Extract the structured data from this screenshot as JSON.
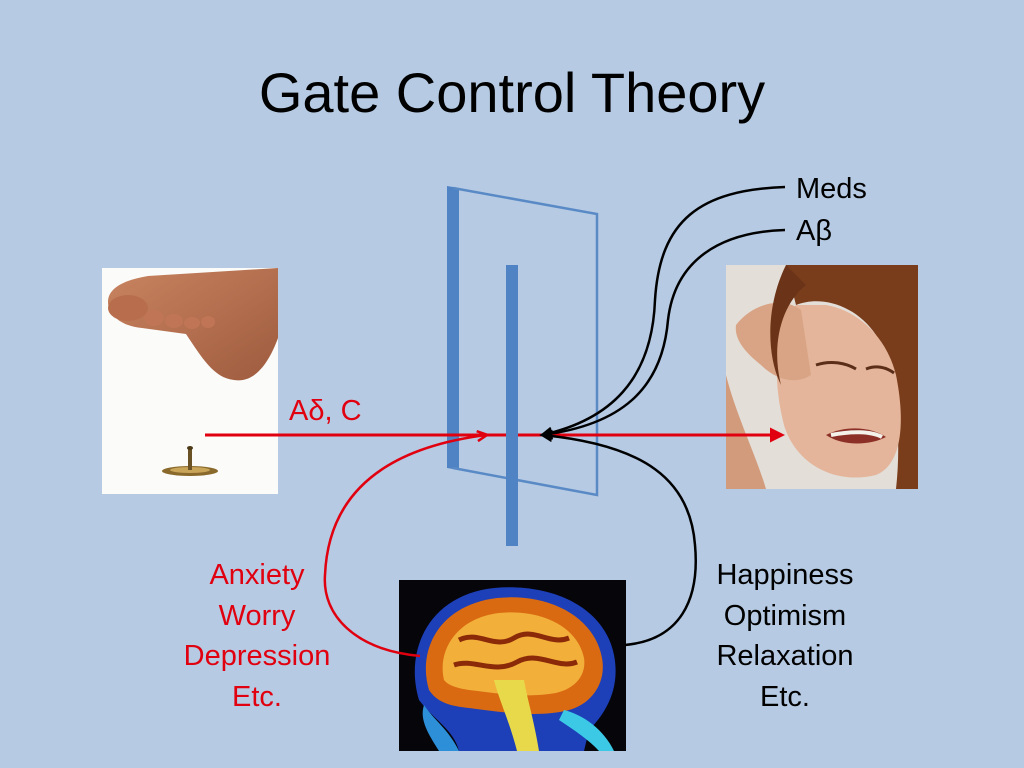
{
  "slide": {
    "title": "Gate Control Theory"
  },
  "labels": {
    "fibers_pain": "Aδ, C",
    "meds": "Meds",
    "a_beta": "Aβ"
  },
  "negative_factors": [
    "Anxiety",
    "Worry",
    "Depression",
    "Etc."
  ],
  "positive_factors": [
    "Happiness",
    "Optimism",
    "Relaxation",
    "Etc."
  ],
  "images": {
    "left": "foot-stepping-on-tack-photo",
    "right": "woman-in-pain-photo",
    "bottom": "brain-mri-scan"
  },
  "colors": {
    "background": "#b6cbe3",
    "gate": "#5a8ac6",
    "pain_signal": "#e1000f",
    "modulation": "#000000"
  }
}
